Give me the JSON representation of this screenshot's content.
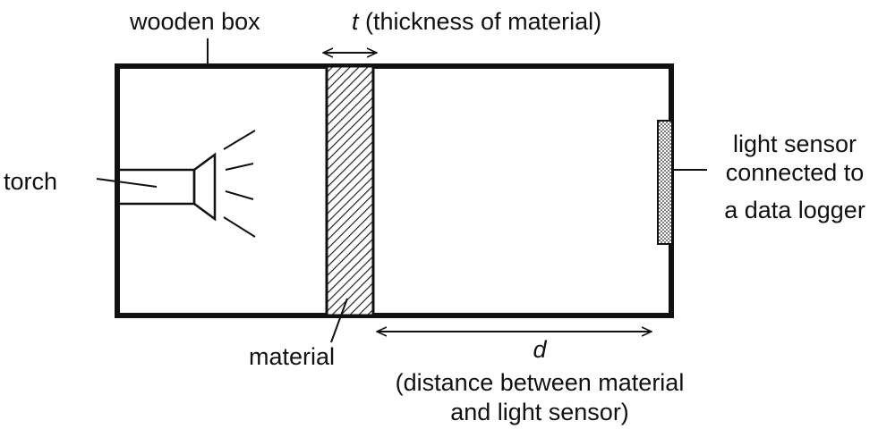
{
  "labels": {
    "wooden_box": "wooden box",
    "thickness_symbol": "t",
    "thickness_text": " (thickness of material)",
    "torch": "torch",
    "material": "material",
    "sensor_line1": "light sensor",
    "sensor_line2": "connected to",
    "sensor_line3": "a data logger",
    "distance_symbol": "d",
    "distance_line1": "(distance between material",
    "distance_line2": "and light sensor)"
  }
}
